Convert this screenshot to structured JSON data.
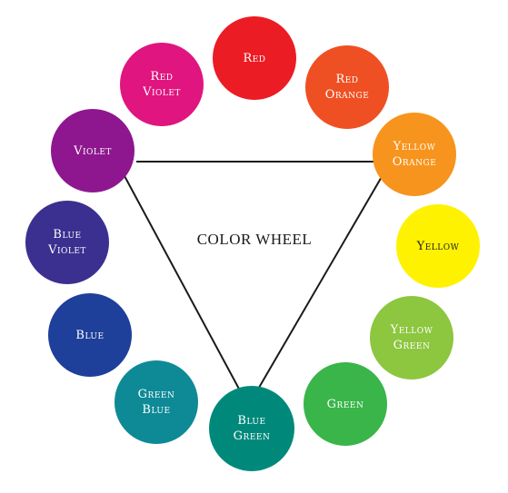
{
  "title": "COLOR WHEEL",
  "colors": [
    {
      "id": "red",
      "label": "Red",
      "fill": "#ec1c24"
    },
    {
      "id": "red-orange",
      "label": "Red\nOrange",
      "fill": "#ef5023"
    },
    {
      "id": "yellow-orange",
      "label": "Yellow\nOrange",
      "fill": "#f7941d"
    },
    {
      "id": "yellow",
      "label": "Yellow",
      "fill": "#fff200"
    },
    {
      "id": "yellow-green",
      "label": "Yellow\nGreen",
      "fill": "#8dc63f"
    },
    {
      "id": "green",
      "label": "Green",
      "fill": "#39b54a"
    },
    {
      "id": "blue-green",
      "label": "Blue\nGreen",
      "fill": "#00897b"
    },
    {
      "id": "green-blue",
      "label": "Green\nBlue",
      "fill": "#0e8a96"
    },
    {
      "id": "blue",
      "label": "Blue",
      "fill": "#1e3f9a"
    },
    {
      "id": "blue-violet",
      "label": "Blue\nViolet",
      "fill": "#3b2f8f"
    },
    {
      "id": "violet",
      "label": "Violet",
      "fill": "#8e178f"
    },
    {
      "id": "red-violet",
      "label": "Red\nViolet",
      "fill": "#e0157f"
    }
  ],
  "triangle": [
    "violet",
    "yellow-orange",
    "blue-green"
  ],
  "line_color": "#1a1a1a"
}
